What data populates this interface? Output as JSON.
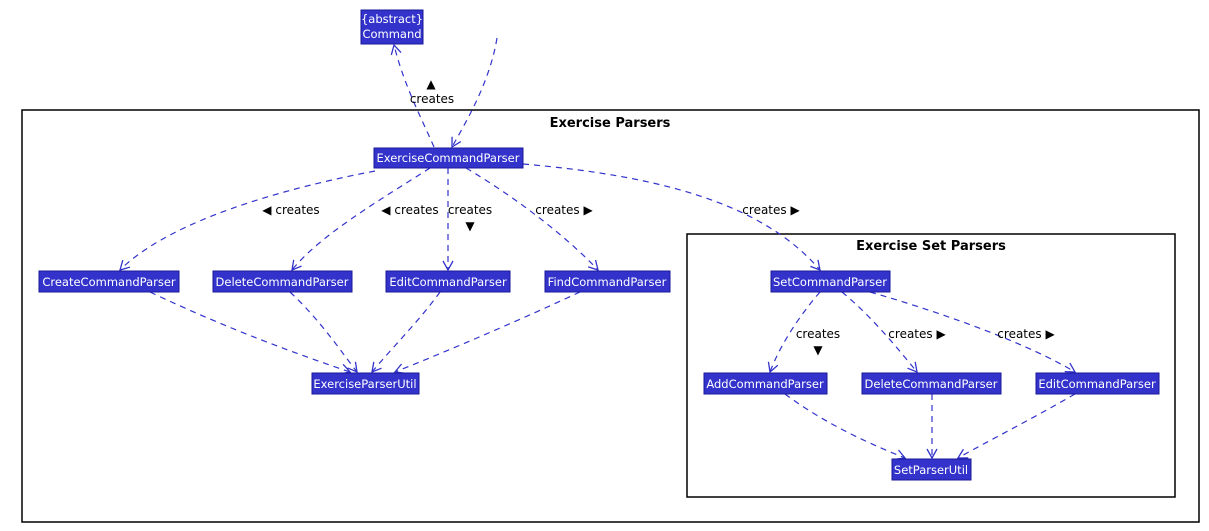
{
  "colors": {
    "node_fill": "#3333cc",
    "node_text": "#ffffff",
    "edge": "#3333cc",
    "frame": "#000000"
  },
  "packages": {
    "exercise_parsers": {
      "title": "Exercise Parsers"
    },
    "exercise_set_parsers": {
      "title": "Exercise Set Parsers"
    }
  },
  "nodes": {
    "command": {
      "line1": "{abstract}",
      "line2": "Command"
    },
    "exercise_command_parser": "ExerciseCommandParser",
    "create_command_parser": "CreateCommandParser",
    "delete_command_parser": "DeleteCommandParser",
    "edit_command_parser": "EditCommandParser",
    "find_command_parser": "FindCommandParser",
    "exercise_parser_util": "ExerciseParserUtil",
    "set_command_parser": "SetCommandParser",
    "add_command_parser": "AddCommandParser",
    "set_delete_command_parser": "DeleteCommandParser",
    "set_edit_command_parser": "EditCommandParser",
    "set_parser_util": "SetParserUtil"
  },
  "edge_labels": {
    "command_creates_arrow": "▲",
    "command_creates": "creates",
    "create": "◀ creates",
    "delete": "◀ creates",
    "edit": "creates",
    "edit_arrow": "▼",
    "find": "creates ▶",
    "set": "creates ▶",
    "add": "creates",
    "add_arrow": "▼",
    "set_delete": "creates ▶",
    "set_edit": "creates ▶"
  }
}
